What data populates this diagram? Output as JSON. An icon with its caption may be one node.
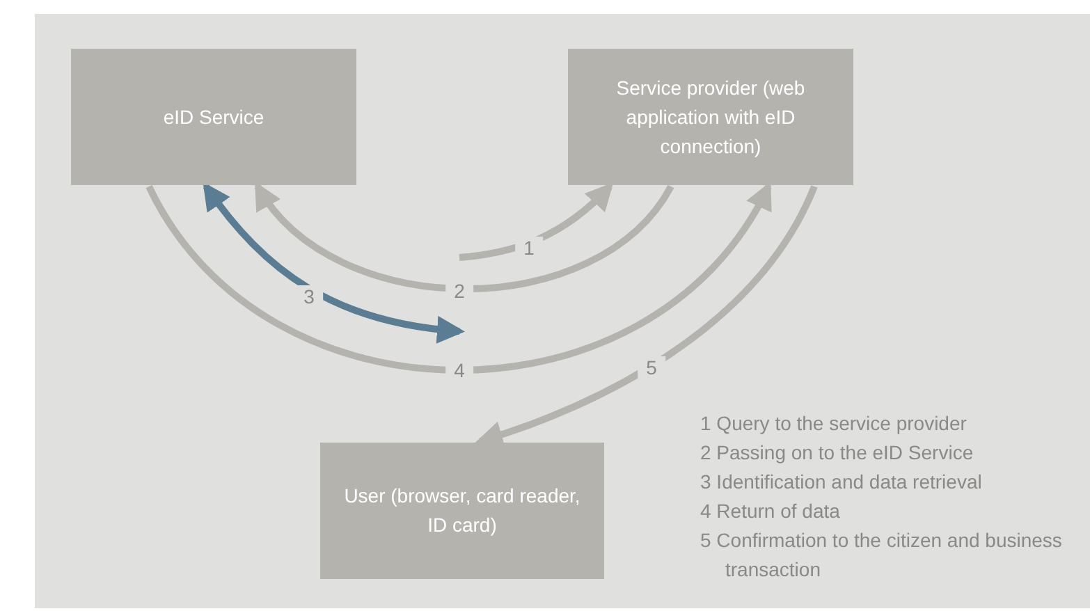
{
  "diagram": {
    "nodes": [
      {
        "text": [
          "eID Service"
        ]
      },
      {
        "text": [
          "Service provider (web application with eID connection)"
        ]
      },
      {
        "text": [
          "User (browser, card reader, ID card)"
        ]
      }
    ],
    "edges": [
      {
        "from": null,
        "to": 1,
        "arrow": "to",
        "label": "1"
      },
      {
        "from": 1,
        "to": 0,
        "arrow": "to",
        "label": "2"
      },
      {
        "from": null,
        "to": 0,
        "arrow": "both",
        "label": "3",
        "color": "#5b7d93"
      },
      {
        "from": 0,
        "to": 1,
        "arrow": "to",
        "label": "4"
      },
      {
        "from": 1,
        "to": 2,
        "arrow": "to",
        "label": "5"
      }
    ],
    "labels": [
      "1 Query to the service provider",
      "2 Passing on to the eID Service",
      "3 Identification and data retrieval",
      "4 Return of data",
      "5 Confirmation to the citizen and business transaction"
    ]
  }
}
